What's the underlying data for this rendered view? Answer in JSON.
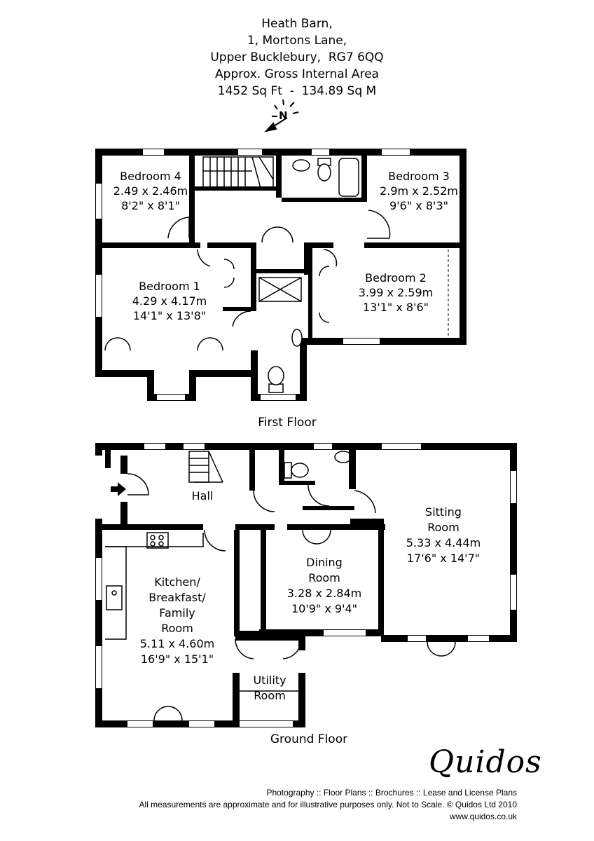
{
  "header": {
    "line1": "Heath Barn,",
    "line2": "1, Mortons Lane,",
    "line3": "Upper Bucklebury,  RG7 6QQ",
    "line4": "Approx. Gross Internal Area",
    "line5": "1452 Sq Ft  -  134.89 Sq M"
  },
  "compass": {
    "letter": "N"
  },
  "first_floor": {
    "title": "First Floor",
    "rooms": [
      {
        "name": "Bedroom 4",
        "metric": "2.49 x 2.46m",
        "imperial": "8'2\" x 8'1\""
      },
      {
        "name": "Bedroom 3",
        "metric": "2.9m x 2.52m",
        "imperial": "9'6\" x 8'3\""
      },
      {
        "name": "Bedroom 1",
        "metric": "4.29 x 4.17m",
        "imperial": "14'1\" x 13'8\""
      },
      {
        "name": "Bedroom 2",
        "metric": "3.99 x 2.59m",
        "imperial": "13'1\" x 8'6\""
      }
    ]
  },
  "ground_floor": {
    "title": "Ground Floor",
    "hall": "Hall",
    "sitting": {
      "line1": "Sitting",
      "line2": "Room",
      "metric": "5.33 x 4.44m",
      "imperial": "17'6\" x 14'7\""
    },
    "dining": {
      "line1": "Dining",
      "line2": "Room",
      "metric": "3.28 x 2.84m",
      "imperial": "10'9\" x 9'4\""
    },
    "kitchen": {
      "line1": "Kitchen/",
      "line2": "Breakfast/",
      "line3": "Family",
      "line4": "Room",
      "metric": "5.11 x 4.60m",
      "imperial": "16'9\" x 15'1\""
    },
    "utility": {
      "line1": "Utility",
      "line2": "Room"
    }
  },
  "brand": {
    "logo": "Quidos"
  },
  "footer": {
    "line1": "Photography :: Floor Plans :: Brochures :: Lease and License Plans",
    "line2": "All measurements are approximate and for illustrative purposes only. Not to Scale. © Quidos Ltd 2010",
    "line3": "www.quidos.co.uk"
  }
}
